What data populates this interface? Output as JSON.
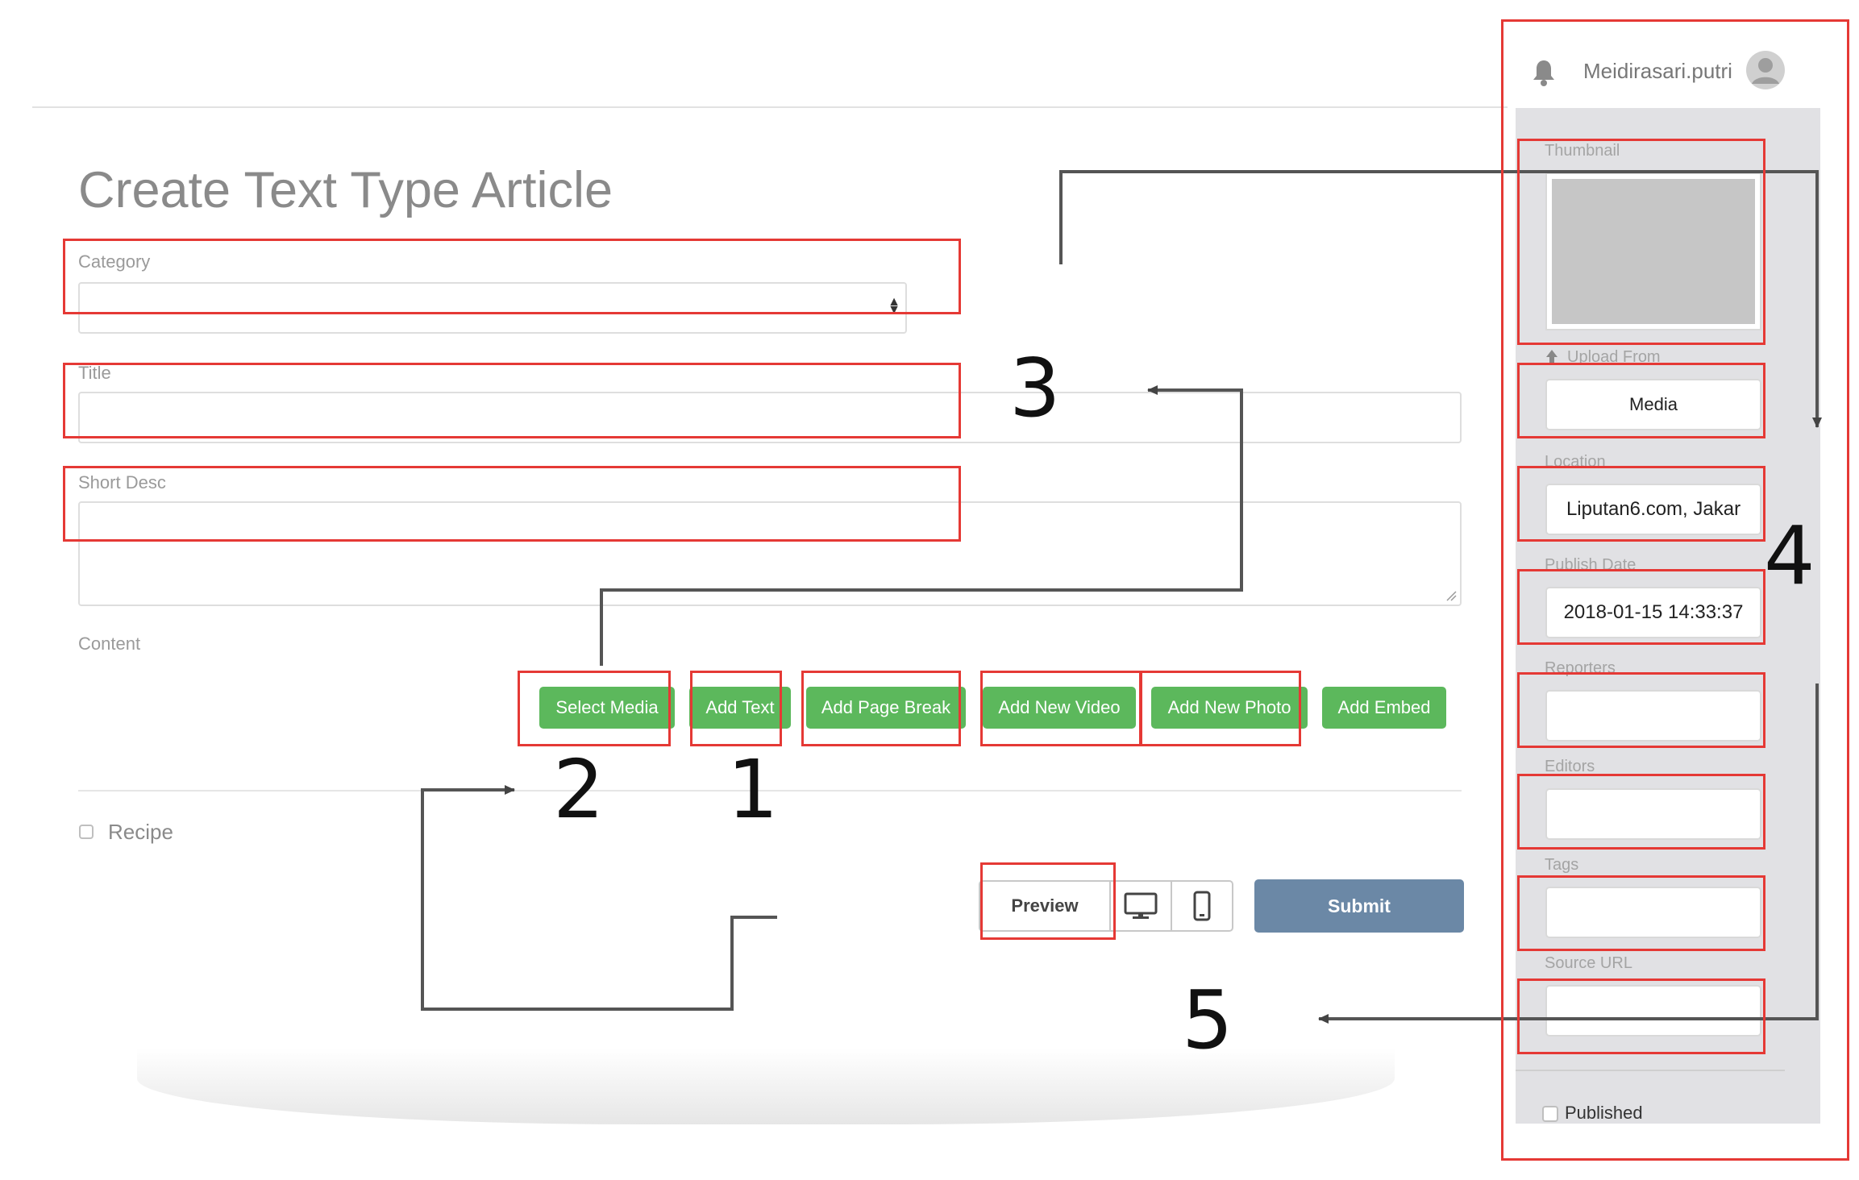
{
  "page": {
    "title": "Create Text Type Article"
  },
  "form": {
    "category": {
      "label": "Category",
      "value": ""
    },
    "title": {
      "label": "Title",
      "value": ""
    },
    "short_desc": {
      "label": "Short Desc",
      "value": ""
    },
    "content": {
      "label": "Content"
    }
  },
  "content_buttons": [
    "Select Media",
    "Add Text",
    "Add Page Break",
    "Add New Video",
    "Add New Photo",
    "Add Embed"
  ],
  "recipe": {
    "label": "Recipe",
    "checked": false
  },
  "actions": {
    "preview": "Preview",
    "desktop_icon": "monitor-icon",
    "mobile_icon": "phone-icon",
    "submit": "Submit"
  },
  "header": {
    "username": "Meidirasari.putri",
    "bell_icon": "bell-icon",
    "avatar_icon": "user-avatar-icon"
  },
  "sidebar": {
    "thumbnail_label": "Thumbnail",
    "upload_from_label": "Upload From",
    "upload_from_value": "Media",
    "location_label": "Location",
    "location_value": "Liputan6.com, Jakar",
    "publish_date_label": "Publish Date",
    "publish_date_value": "2018-01-15 14:33:37",
    "reporters_label": "Reporters",
    "editors_label": "Editors",
    "tags_label": "Tags",
    "source_url_label": "Source URL",
    "published_label": "Published",
    "published_checked": false
  },
  "annotations": [
    "1",
    "2",
    "3",
    "4",
    "5"
  ],
  "colors": {
    "green": "#5cb85c",
    "submit": "#6b88a6",
    "annotation_red": "#e53935",
    "sidebar_bg": "#e1e1e4"
  }
}
